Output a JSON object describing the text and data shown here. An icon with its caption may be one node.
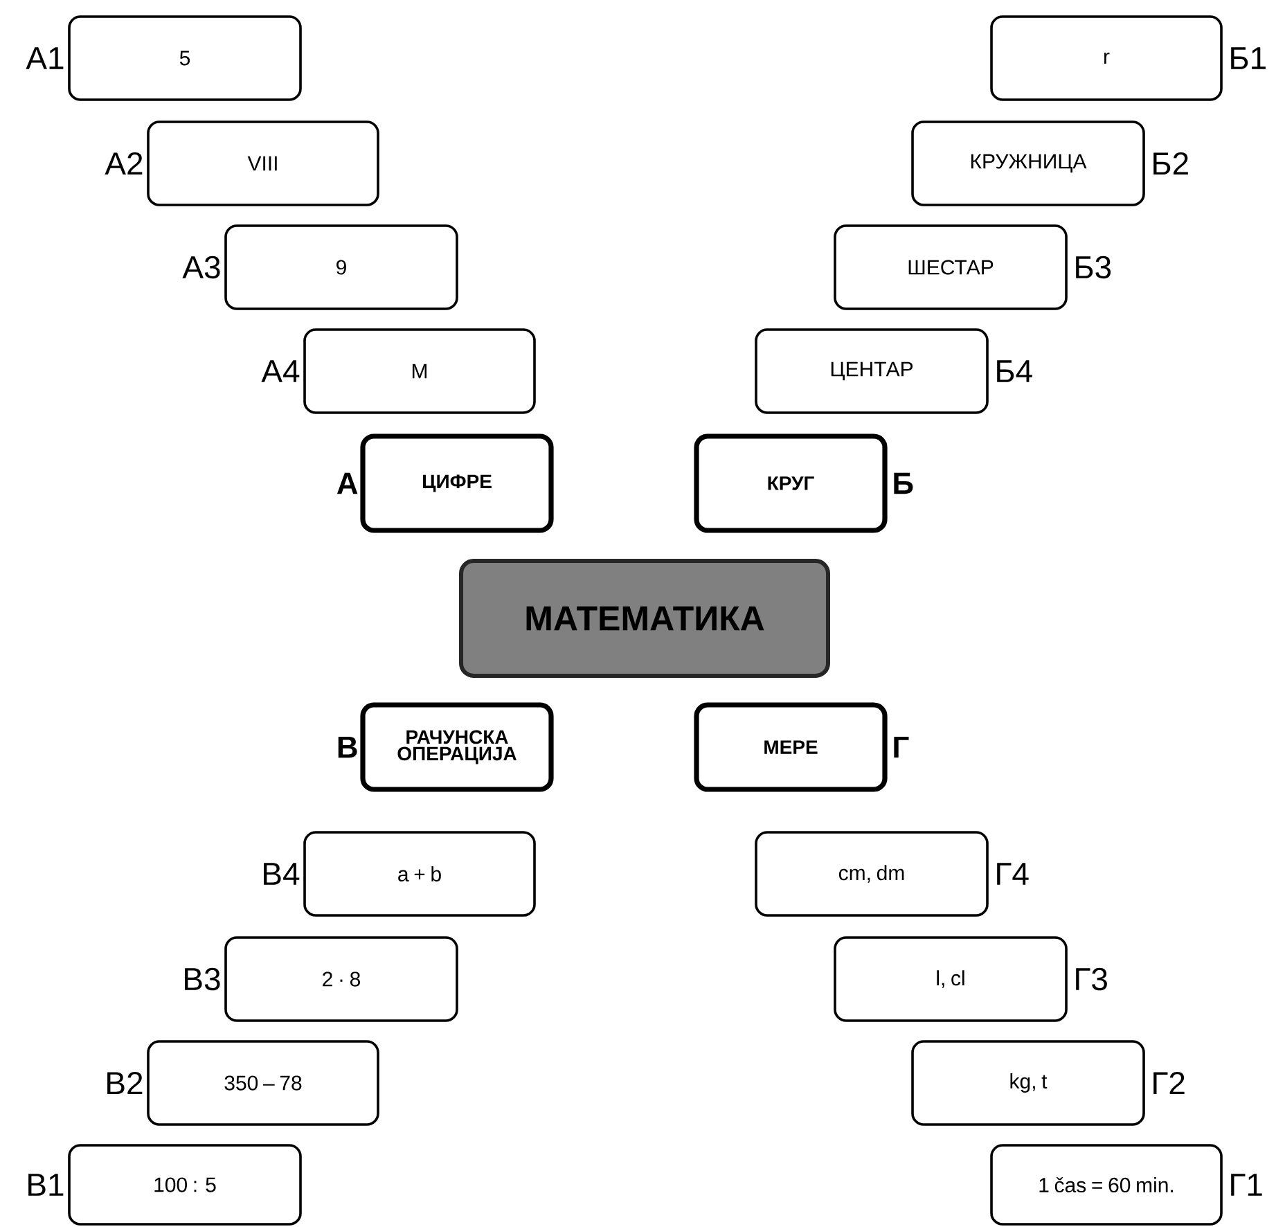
{
  "diagram": {
    "nodes": [
      {
        "text": [
          "5"
        ],
        "beside": [
          "А1"
        ]
      },
      {
        "text": [
          "r"
        ],
        "beside": [
          "Б1"
        ]
      },
      {
        "text": [
          "VIII"
        ],
        "beside": [
          "А2"
        ]
      },
      {
        "text": [
          "КРУЖНИЦА"
        ],
        "beside": [
          "Б2"
        ]
      },
      {
        "text": [
          "9"
        ],
        "beside": [
          "А3"
        ]
      },
      {
        "text": [
          "ШЕСТАР"
        ],
        "beside": [
          "Б3"
        ]
      },
      {
        "text": [
          "M"
        ],
        "beside": [
          "А4"
        ]
      },
      {
        "text": [
          "ЦЕНТАР"
        ],
        "beside": [
          "Б4"
        ]
      },
      {
        "text": [
          "ЦИФРЕ"
        ],
        "beside": [
          "А"
        ]
      },
      {
        "text": [
          "КРУГ"
        ],
        "beside": [
          "Б"
        ]
      },
      {
        "text": [
          "МАТЕМАТИКА"
        ]
      },
      {
        "text": [
          "РАЧУНСКА ОПЕРАЦИЈА"
        ],
        "beside": [
          "В"
        ]
      },
      {
        "text": [
          "МЕРЕ"
        ],
        "beside": [
          "Г"
        ]
      },
      {
        "text": [
          "a + b"
        ],
        "beside": [
          "В4"
        ]
      },
      {
        "text": [
          "cm, dm"
        ],
        "beside": [
          "Г4"
        ]
      },
      {
        "text": [
          "2 · 8"
        ],
        "beside": [
          "В3"
        ]
      },
      {
        "text": [
          "l, cl"
        ],
        "beside": [
          "Г3"
        ]
      },
      {
        "text": [
          "350 – 78"
        ],
        "beside": [
          "В2"
        ]
      },
      {
        "text": [
          "kg, t"
        ],
        "beside": [
          "Г2"
        ]
      },
      {
        "text": [
          "100 : 5"
        ],
        "beside": [
          "В1"
        ]
      },
      {
        "text": [
          "1 čas = 60 min."
        ],
        "beside": [
          "Г1"
        ]
      }
    ]
  }
}
